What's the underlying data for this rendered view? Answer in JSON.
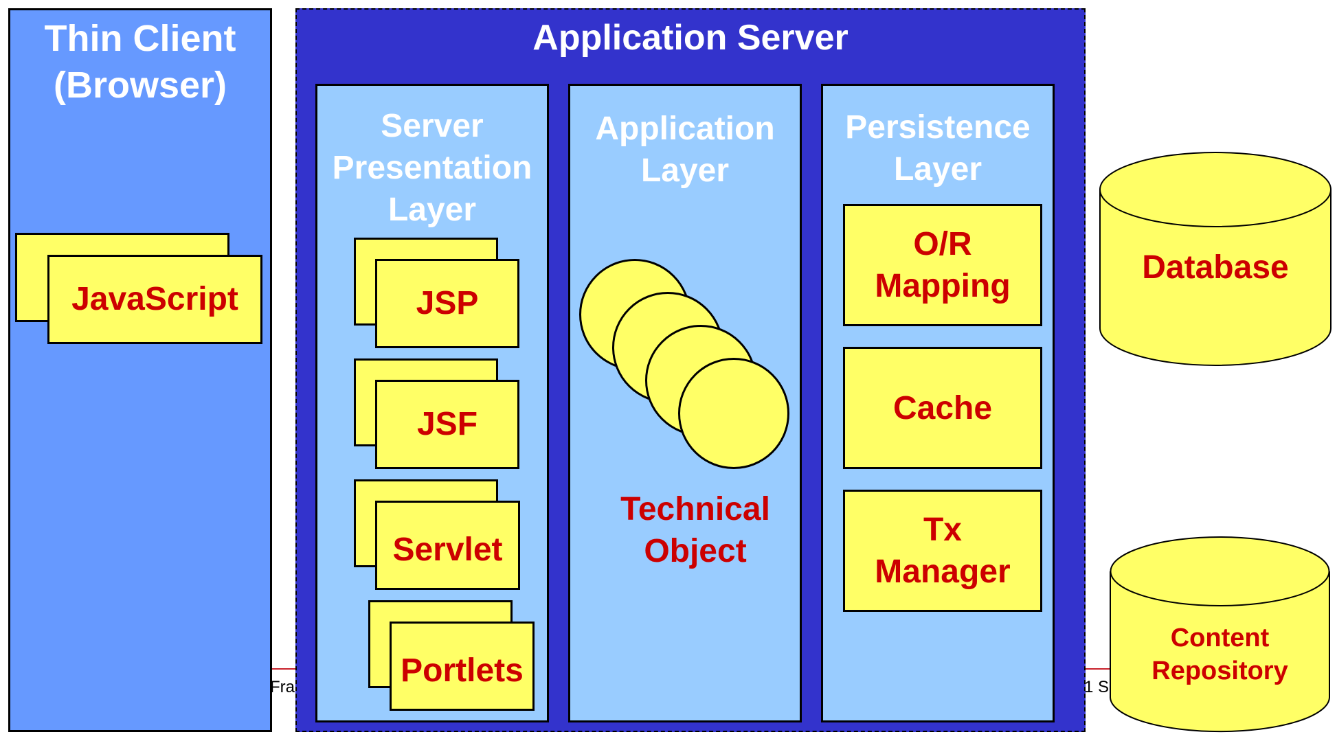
{
  "footer": {
    "left_fragment": "Fra",
    "right_fragment": "1 S"
  },
  "thin_client": {
    "title_line1": "Thin Client",
    "title_line2": "(Browser)",
    "component": "JavaScript"
  },
  "application_server": {
    "title": "Application Server",
    "presentation_layer": {
      "title_line1": "Server",
      "title_line2": "Presentation",
      "title_line3": "Layer",
      "components": [
        "JSP",
        "JSF",
        "Servlet",
        "Portlets"
      ]
    },
    "application_layer": {
      "title_line1": "Application",
      "title_line2": "Layer",
      "technical_object_line1": "Technical",
      "technical_object_line2": "Object"
    },
    "persistence_layer": {
      "title_line1": "Persistence",
      "title_line2": "Layer",
      "components": [
        {
          "line1": "O/R",
          "line2": "Mapping"
        },
        {
          "line1": "Cache",
          "line2": ""
        },
        {
          "line1": "Tx",
          "line2": "Manager"
        }
      ]
    }
  },
  "data_stores": {
    "database": "Database",
    "content_repository_line1": "Content",
    "content_repository_line2": "Repository"
  },
  "colors": {
    "client_blue": "#6699ff",
    "server_blue": "#3333cc",
    "layer_blue": "#99ccff",
    "component_yellow": "#ffff66",
    "label_red": "#cc0000"
  }
}
